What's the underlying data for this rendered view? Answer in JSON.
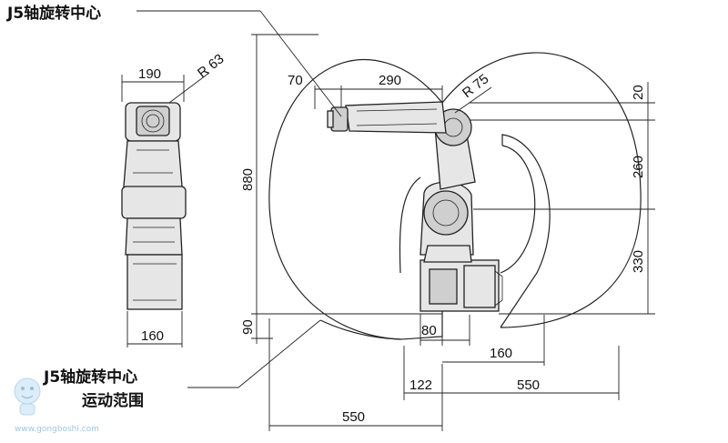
{
  "callouts": {
    "top": "J5轴旋转中心",
    "bottom_line1": "J5轴旋转中心",
    "bottom_line2": "运动范围"
  },
  "front_view": {
    "width_top": "190",
    "radius": "R 63",
    "width_base": "160"
  },
  "side_view": {
    "reach_70": "70",
    "reach_290": "290",
    "radius": "R 75",
    "height_880": "880",
    "height_90": "90",
    "offset_20": "20",
    "offset_260": "260",
    "offset_330": "330",
    "base_80": "80",
    "base_160": "160",
    "bottom_122": "122",
    "bottom_550_right": "550",
    "bottom_550_left": "550"
  },
  "watermark": {
    "site": "www.gongboshi.com"
  }
}
